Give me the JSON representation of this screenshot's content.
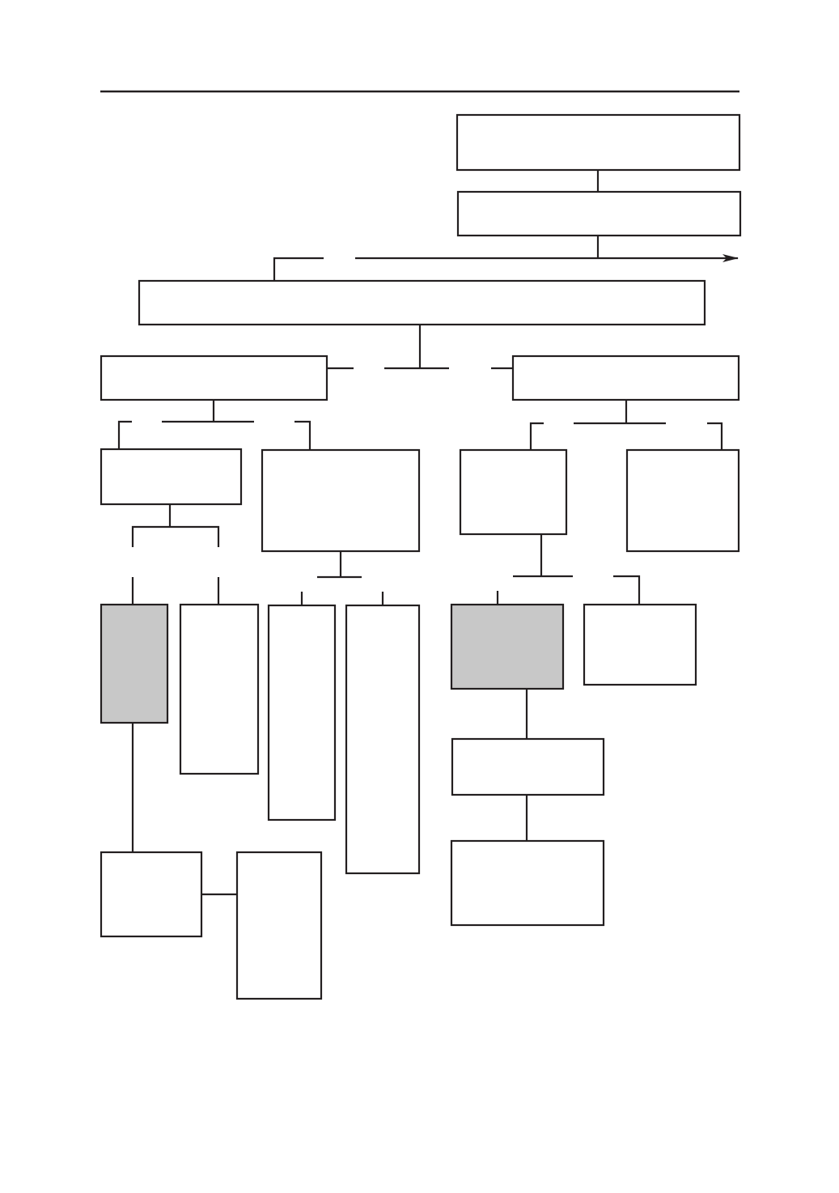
{
  "diagram": {
    "stroke_color": "#231f20",
    "shaded_fill": "#c8c8c8",
    "box_fill": "#ffffff",
    "boxes": [
      {
        "id": "top-box-1",
        "label": "",
        "shaded": false
      },
      {
        "id": "top-box-2",
        "label": "",
        "shaded": false
      },
      {
        "id": "wide-box",
        "label": "",
        "shaded": false
      },
      {
        "id": "left-branch-box",
        "label": "",
        "shaded": false
      },
      {
        "id": "right-branch-box",
        "label": "",
        "shaded": false
      },
      {
        "id": "left-sub-box-1",
        "label": "",
        "shaded": false
      },
      {
        "id": "left-sub-box-2",
        "label": "",
        "shaded": false
      },
      {
        "id": "right-sub-box-1",
        "label": "",
        "shaded": false
      },
      {
        "id": "right-sub-box-2",
        "label": "",
        "shaded": false
      },
      {
        "id": "leaf-box-1",
        "label": "",
        "shaded": true
      },
      {
        "id": "leaf-box-2",
        "label": "",
        "shaded": false
      },
      {
        "id": "leaf-box-3",
        "label": "",
        "shaded": false
      },
      {
        "id": "leaf-box-4",
        "label": "",
        "shaded": false
      },
      {
        "id": "leaf-box-5",
        "label": "",
        "shaded": true
      },
      {
        "id": "leaf-box-6",
        "label": "",
        "shaded": false
      },
      {
        "id": "bottom-box-1",
        "label": "",
        "shaded": false
      },
      {
        "id": "bottom-box-2",
        "label": "",
        "shaded": false
      },
      {
        "id": "right-chain-box-1",
        "label": "",
        "shaded": false
      },
      {
        "id": "right-chain-box-2",
        "label": "",
        "shaded": false
      }
    ]
  }
}
